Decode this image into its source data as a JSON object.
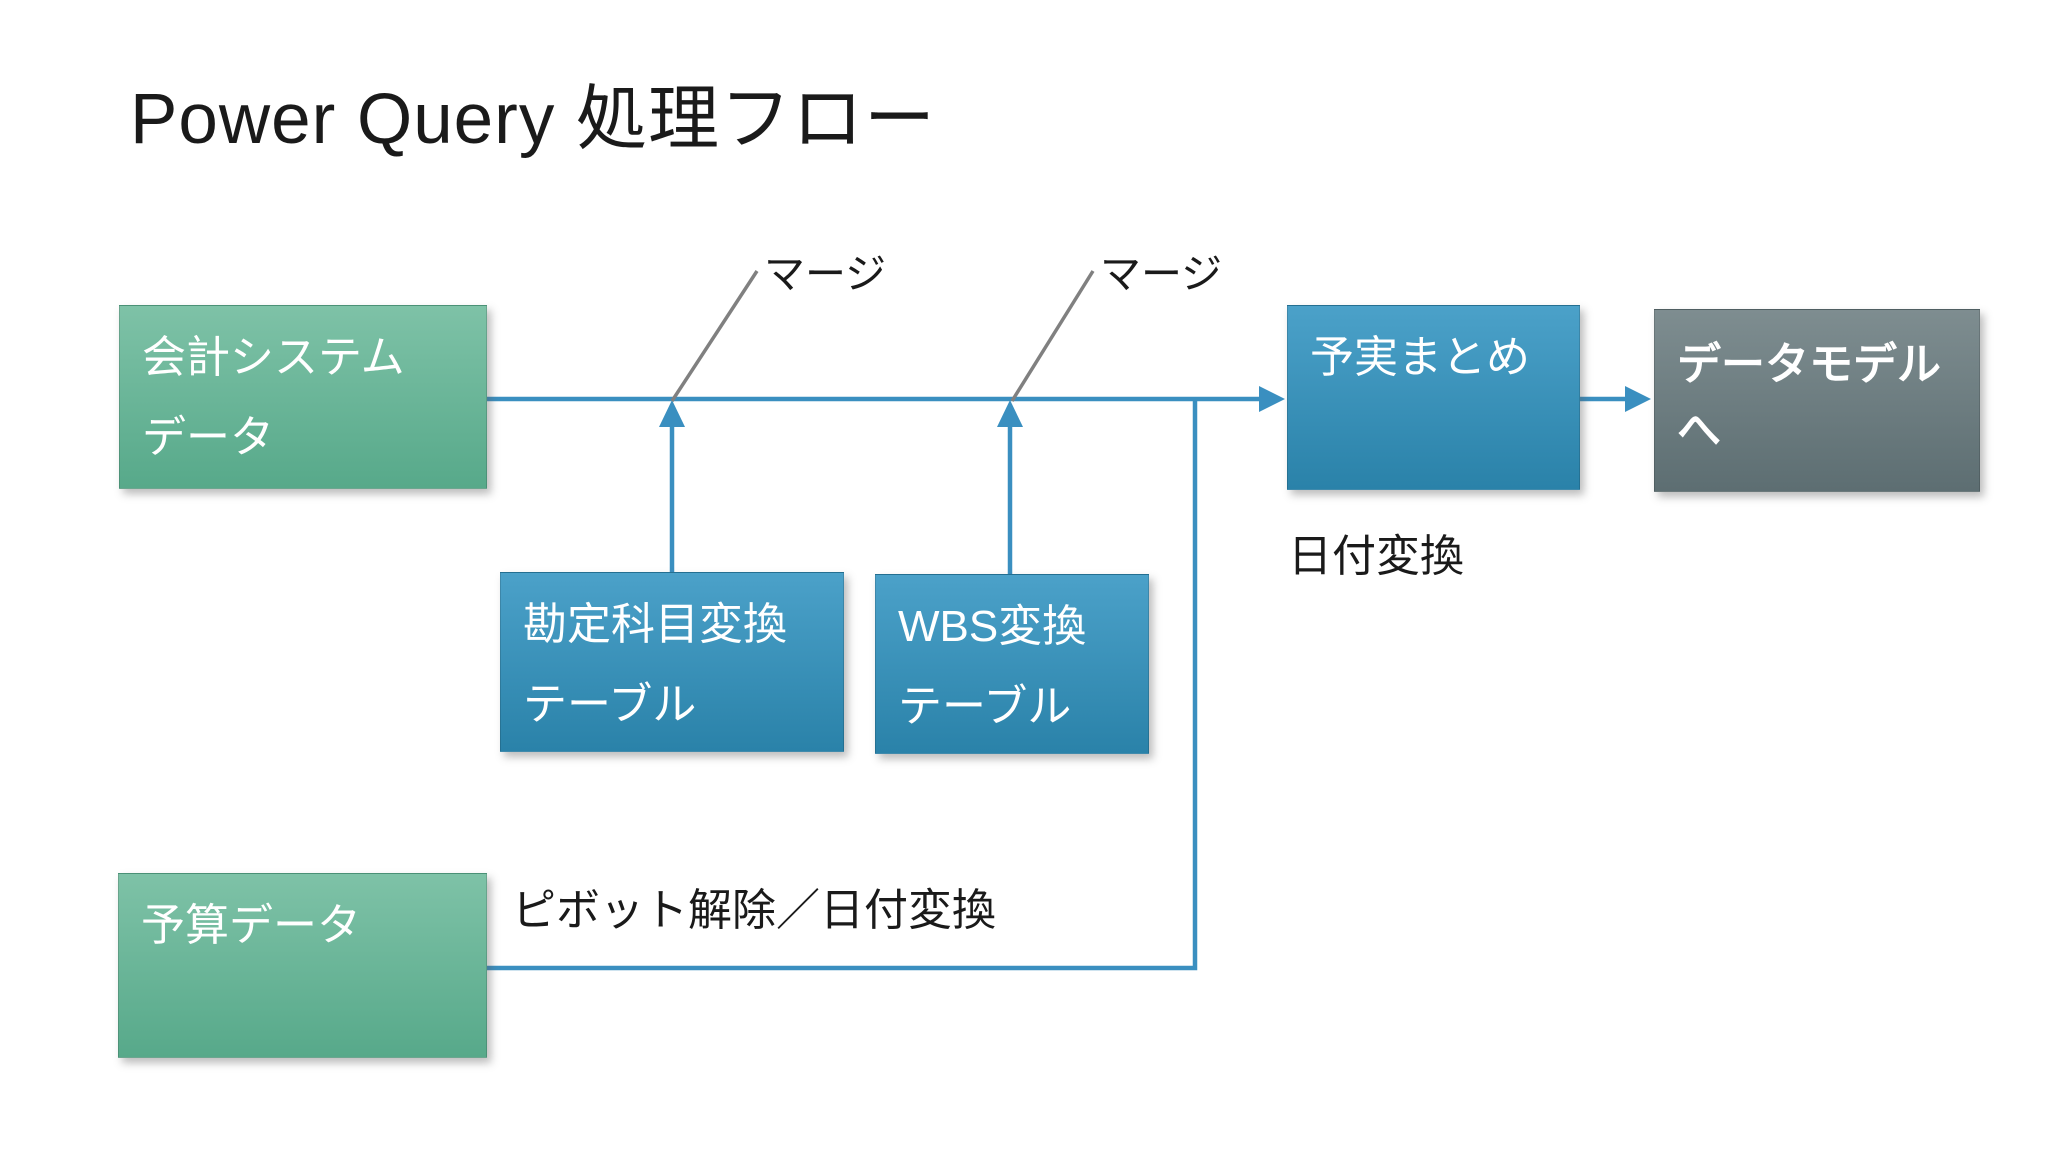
{
  "title": "Power Query 処理フロー",
  "nodes": {
    "accounting": {
      "lines": [
        "会計システム",
        "データ"
      ]
    },
    "account_table": {
      "lines": [
        "勘定科目変換",
        "テーブル"
      ]
    },
    "wbs_table": {
      "lines": [
        "WBS変換",
        "テーブル"
      ]
    },
    "summary": {
      "lines": [
        "予実まとめ"
      ]
    },
    "data_model": {
      "lines": [
        "データモデル",
        "へ"
      ]
    },
    "budget": {
      "lines": [
        "予算データ"
      ]
    }
  },
  "annotations": {
    "merge_1": "マージ",
    "merge_2": "マージ",
    "date_conversion": "日付変換",
    "unpivot_date_conversion": "ピボット解除／日付変換"
  },
  "colors": {
    "flow_arrow": "#3a8fc0",
    "callout_line": "#808080",
    "green_box_top": "#7ec2a7",
    "green_box_bottom": "#57a98a",
    "blue_box_top": "#4ba1c9",
    "blue_box_bottom": "#2a82a9",
    "gray_box_top": "#7e8d90",
    "gray_box_bottom": "#5d6e72",
    "box_text": "#ffffff",
    "title_text": "#1a1a1a",
    "background": "#ffffff"
  }
}
